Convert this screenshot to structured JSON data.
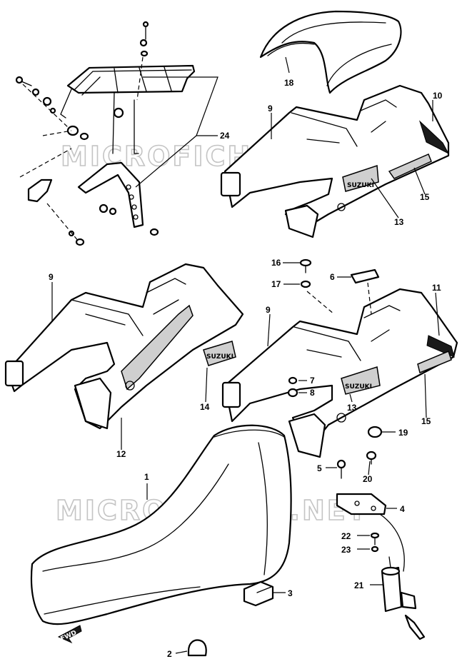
{
  "watermark": "MICROFICHES.NET",
  "decal_text": "SUZUKI",
  "forward_arrow": "FWD",
  "callouts": {
    "c1": "1",
    "c2": "2",
    "c3": "3",
    "c4": "4",
    "c5": "5",
    "c6": "6",
    "c7": "7",
    "c8": "8",
    "c9a": "9",
    "c9b": "9",
    "c9c": "9",
    "c10": "10",
    "c11": "11",
    "c12": "12",
    "c13a": "13",
    "c13b": "13",
    "c14": "14",
    "c15a": "15",
    "c15b": "15",
    "c16": "16",
    "c17": "17",
    "c18": "18",
    "c19": "19",
    "c20": "20",
    "c21": "21",
    "c22": "22",
    "c23": "23",
    "c24": "24"
  }
}
